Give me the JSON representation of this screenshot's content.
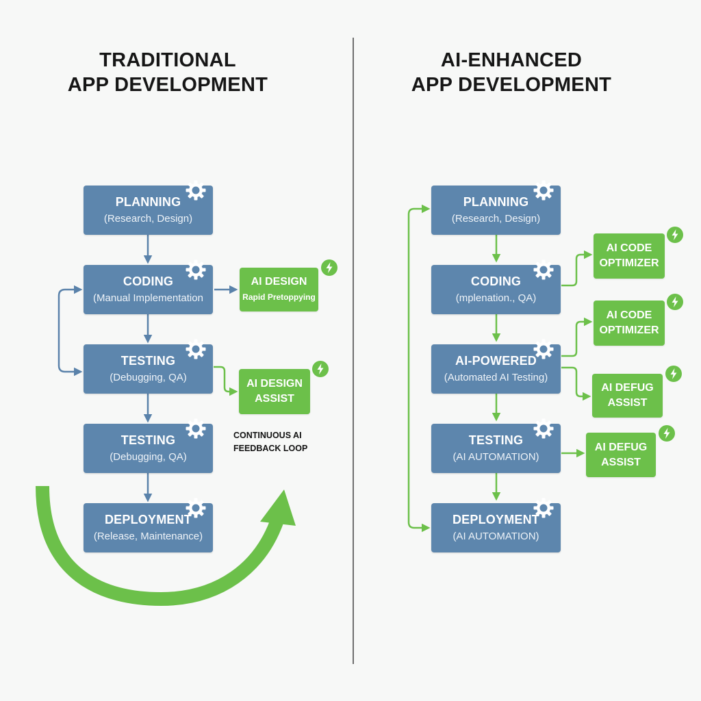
{
  "colors": {
    "step_blue": "#5d86ad",
    "ai_green": "#6cc04a",
    "arrow_blue": "#5a82aa",
    "arrow_green": "#6cc04a",
    "title_text": "#161616",
    "background": "#f7f8f7"
  },
  "left": {
    "title_line1": "TRADITIONAL",
    "title_line2": "APP DEVELOPMENT",
    "steps": [
      {
        "title": "PLANNING",
        "subtitle": "(Research, Design)",
        "icon": "gear-icon"
      },
      {
        "title": "CODING",
        "subtitle": "(Manual Implementation",
        "icon": "gear-icon"
      },
      {
        "title": "TESTING",
        "subtitle": "(Debugging, QA)",
        "icon": "gear-icon"
      },
      {
        "title": "TESTING",
        "subtitle": "(Debugging, QA)",
        "icon": "gear-icon"
      },
      {
        "title": "DEPLOYMENT",
        "subtitle": "(Release, Maintenance)",
        "icon": "gear-icon"
      }
    ],
    "ai_boxes": [
      {
        "line1": "AI DESIGN",
        "line2": "Rapid Pretoppying",
        "icon": "lightning-icon"
      },
      {
        "line1": "AI DESIGN",
        "line2": "ASSIST",
        "icon": "lightning-icon"
      }
    ],
    "loop_label_line1": "CONTINUOUS AI",
    "loop_label_line2": "FEEDBACK LOOP"
  },
  "right": {
    "title_line1": "AI-ENHANCED",
    "title_line2": "APP DEVELOPMENT",
    "steps": [
      {
        "title": "PLANNING",
        "subtitle": "(Research, Design)",
        "icon": "gear-icon"
      },
      {
        "title": "CODING",
        "subtitle": "(mplenation., QA)",
        "icon": "gear-icon"
      },
      {
        "title": "AI-POWERED",
        "subtitle": "(Automated AI Testing)",
        "icon": "gear-icon"
      },
      {
        "title": "TESTING",
        "subtitle": "(AI AUTOMATION)",
        "icon": "gear-icon"
      },
      {
        "title": "DEPLOYMENT",
        "subtitle": "(AI AUTOMATION)",
        "icon": "gear-icon"
      }
    ],
    "ai_boxes": [
      {
        "line1": "AI CODE",
        "line2": "OPTIMIZER",
        "icon": "lightning-icon"
      },
      {
        "line1": "AI CODE",
        "line2": "OPTIMIZER",
        "icon": "lightning-icon"
      },
      {
        "line1": "AI DEFUG",
        "line2": "ASSIST",
        "icon": "lightning-icon"
      },
      {
        "line1": "AI DEFUG",
        "line2": "ASSIST",
        "icon": "lightning-icon"
      }
    ]
  }
}
